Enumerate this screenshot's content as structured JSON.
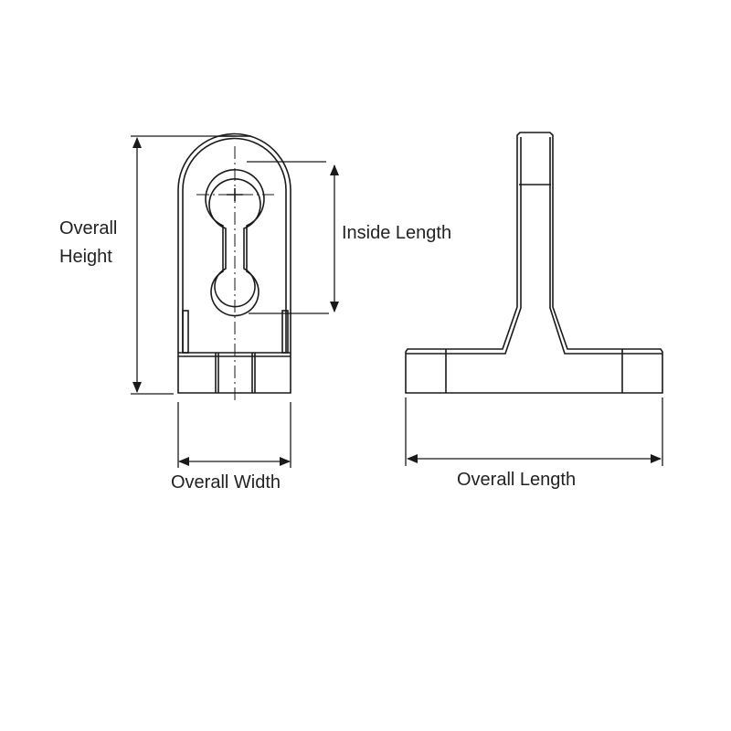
{
  "labels": {
    "overall_height_line1": "Overall",
    "overall_height_line2": "Height",
    "inside_length": "Inside Length",
    "overall_width": "Overall Width",
    "overall_length": "Overall Length"
  },
  "colors": {
    "line": "#1a1a1a",
    "background": "#ffffff"
  }
}
